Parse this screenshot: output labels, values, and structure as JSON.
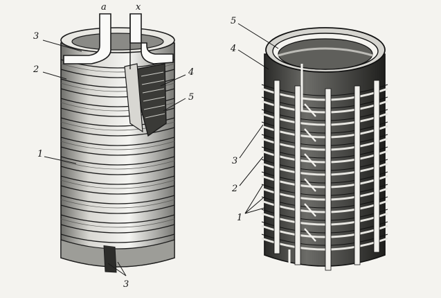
{
  "figure": {
    "left_coil": {
      "lead_labels": [
        "a",
        "x"
      ],
      "part_labels": [
        "3",
        "2",
        "1",
        "4",
        "5",
        "3"
      ]
    },
    "right_coil": {
      "part_labels": [
        "5",
        "4",
        "3",
        "2",
        "1"
      ]
    }
  },
  "colors": {
    "paper": "#f4f3ef",
    "ink": "#1b1b1b",
    "shade": "#8a8a86",
    "light": "#ffffff"
  }
}
